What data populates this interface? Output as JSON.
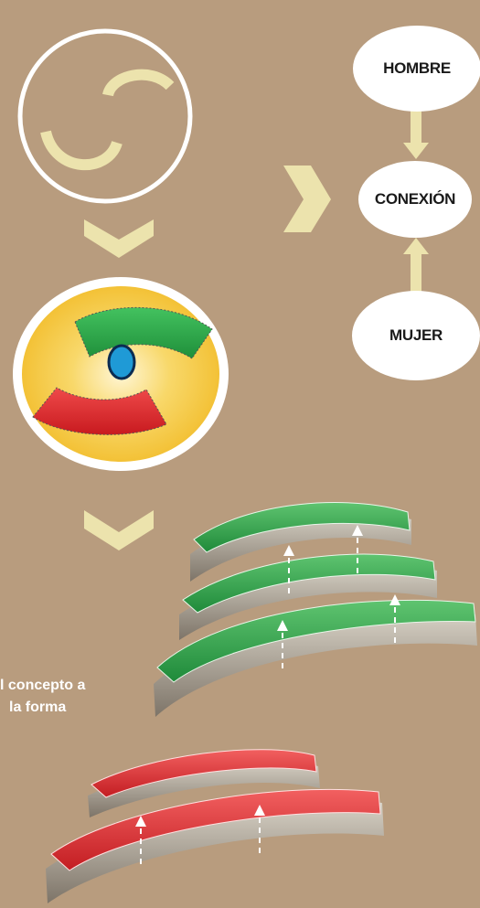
{
  "nodes": {
    "top": "HOMBRE",
    "middle": "CONEXIÓN",
    "bottom": "MUJER"
  },
  "caption": {
    "line1": "l concepto a",
    "line2": "la forma"
  },
  "colors": {
    "background": "#b89c7e",
    "arc_cream": "#ece3ad",
    "green": "#2faa4a",
    "red": "#e0242a",
    "yellow": "#f4c53b",
    "blue_center": "#1f9ad6"
  }
}
